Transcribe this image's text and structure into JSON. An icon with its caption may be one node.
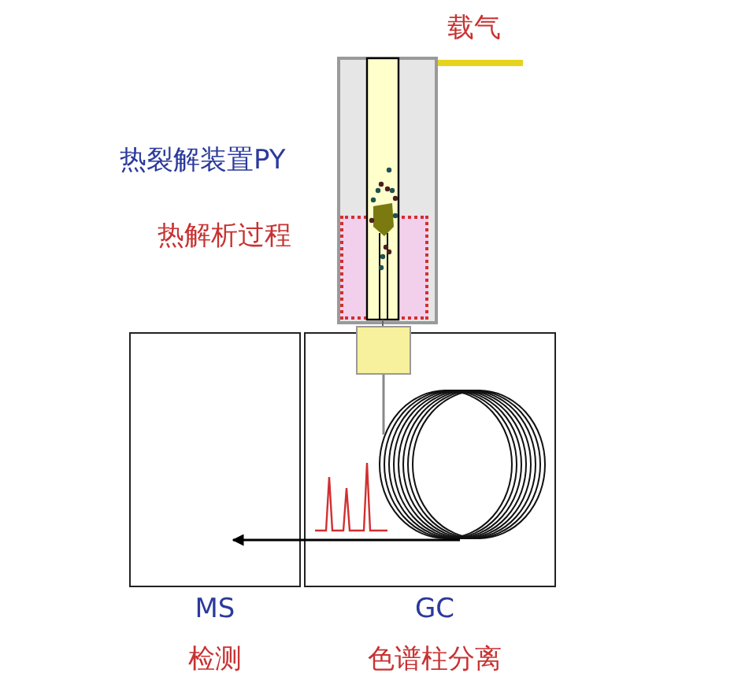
{
  "diagram": {
    "nodes": [
      {
        "text": [
          "载气"
        ]
      },
      {
        "text": [
          "热裂解装置PY"
        ]
      },
      {
        "text": [
          "热解析过程"
        ],
        "in": 1
      },
      {
        "text": [],
        "shape": "box"
      },
      {
        "text": [
          "MS",
          "检测"
        ]
      },
      {
        "text": [
          "GC",
          "色谱柱分离"
        ]
      },
      {
        "text": [],
        "shape": "coil",
        "in": 5
      }
    ],
    "edges": [
      {
        "from": 0,
        "to": 1,
        "arrow": "none",
        "style": "thick",
        "color": "#e6d31e"
      },
      {
        "from": 3,
        "to": 6,
        "arrow": "none",
        "color": "#888888"
      },
      {
        "from": 6,
        "to": 4,
        "arrow": "to",
        "color": "#000000"
      }
    ]
  }
}
